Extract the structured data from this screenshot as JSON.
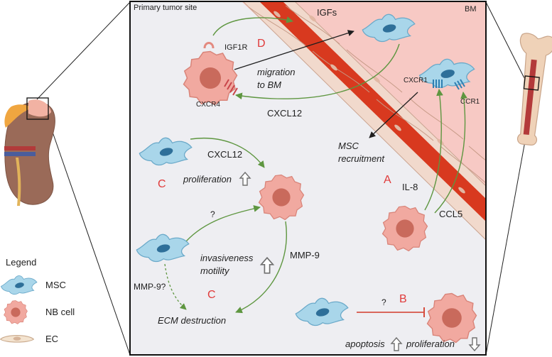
{
  "panel": {
    "primary_site_label": "Primary tumor site",
    "bm_label": "BM"
  },
  "labels": {
    "igfs": "IGFs",
    "igf1r": "IGF1R",
    "cxcr4": "CXCR4",
    "cxcl12_top": "CXCL12",
    "migration_line1": "migration",
    "migration_line2": "to BM",
    "cxcr1": "CXCR1",
    "ccr1": "CCR1",
    "msc_recruitment_line1": "MSC",
    "msc_recruitment_line2": "recruitment",
    "il8": "IL-8",
    "ccl5": "CCL5",
    "cxcl12_mid": "CXCL12",
    "proliferation_up": "proliferation",
    "question_mid": "?",
    "invasiveness": "invasiveness",
    "motility": "motility",
    "mmp9": "MMP-9",
    "mmp9q": "MMP-9?",
    "ecm": "ECM destruction",
    "question_b": "?",
    "apoptosis": "apoptosis",
    "proliferation_down": "proliferation"
  },
  "letters": {
    "a": "A",
    "b": "B",
    "c1": "C",
    "c2": "C",
    "d": "D"
  },
  "legend": {
    "title": "Legend",
    "msc": "MSC",
    "nb": "NB cell",
    "ec": "EC"
  },
  "colors": {
    "accent_red": "#e03a3a",
    "bm_pink": "#f7c9c4",
    "panel_bg": "#eeeef2",
    "vessel_red": "#d8391f",
    "msc_blue": "#a9d6ea",
    "nb_pink": "#f1a9a0",
    "arrow_green": "#5e9640",
    "inhibit_red": "#d23a2a"
  },
  "icons": [
    "kidney-icon",
    "bone-icon",
    "msc-cell-icon",
    "nb-cell-icon",
    "ec-cell-icon",
    "up-arrow-icon",
    "down-arrow-icon"
  ]
}
